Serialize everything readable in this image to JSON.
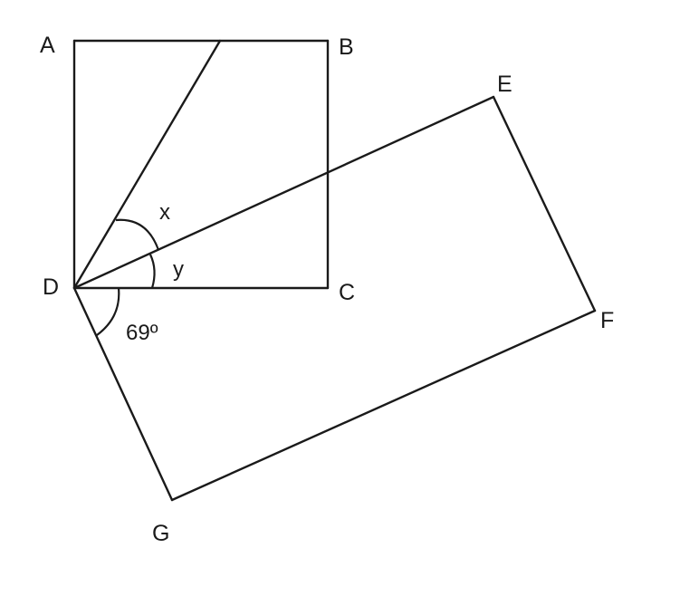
{
  "diagram": {
    "vertices": {
      "A": "A",
      "B": "B",
      "C": "C",
      "D": "D",
      "E": "E",
      "F": "F",
      "G": "G"
    },
    "angles": {
      "x": "x",
      "y": "y",
      "given": "69º"
    },
    "line_color": "#1a1a1a"
  }
}
